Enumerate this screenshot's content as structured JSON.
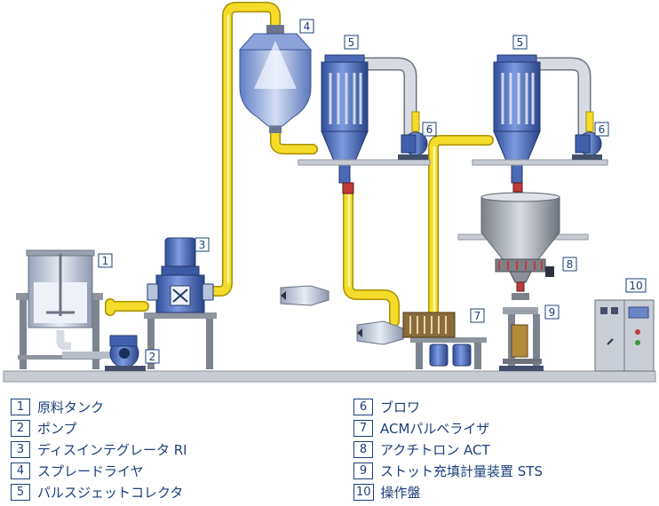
{
  "callouts": [
    "1",
    "2",
    "3",
    "4",
    "5",
    "5",
    "6",
    "6",
    "7",
    "8",
    "9",
    "10"
  ],
  "legend": {
    "left": [
      {
        "num": "1",
        "label": "原料タンク"
      },
      {
        "num": "2",
        "label": "ポンプ"
      },
      {
        "num": "3",
        "label": "ディスインテグレータ RI"
      },
      {
        "num": "4",
        "label": "スプレードライヤ"
      },
      {
        "num": "5",
        "label": "パルスジェットコレクタ"
      }
    ],
    "right": [
      {
        "num": "6",
        "label": "ブロワ"
      },
      {
        "num": "7",
        "label": "ACMパルベライザ"
      },
      {
        "num": "8",
        "label": "アクチトロン ACT"
      },
      {
        "num": "9",
        "label": "ストット充填計量装置 STS"
      },
      {
        "num": "10",
        "label": "操作盤"
      }
    ]
  },
  "colors": {
    "pipe": "#f5dc2a",
    "pipe_edge": "#b09400",
    "metal_blue": "#4a6fc0",
    "metal_light": "#c9d3e3",
    "steel": "#8a8f99",
    "text": "#1b3f7a"
  }
}
